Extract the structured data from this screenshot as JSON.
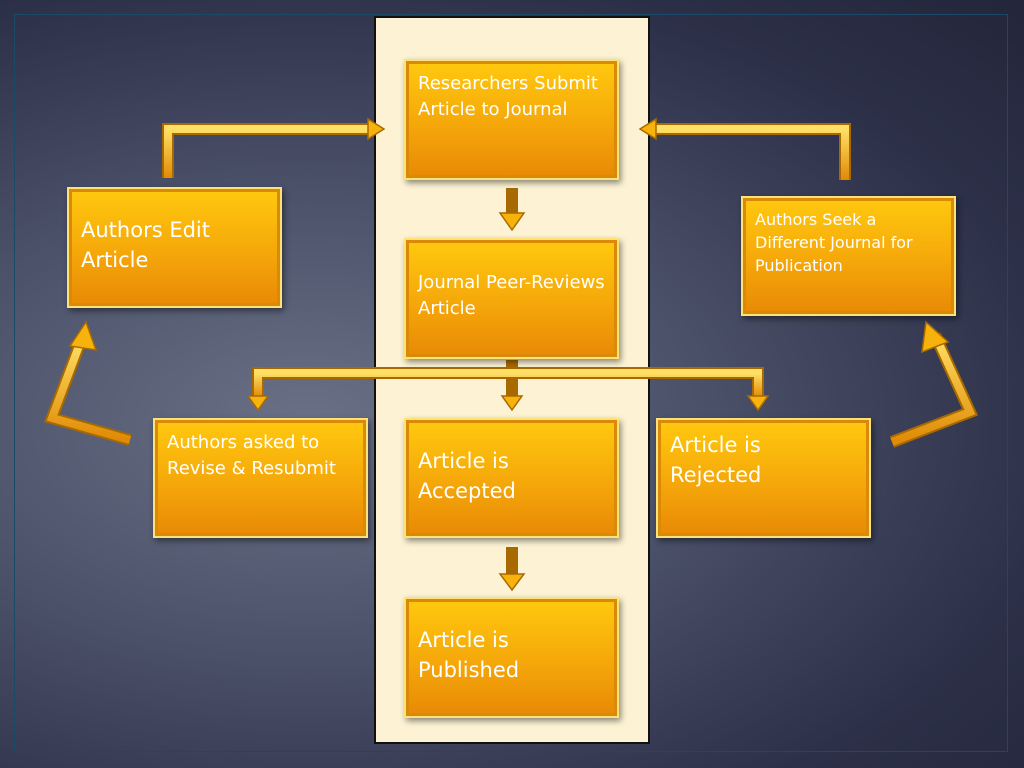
{
  "diagram": {
    "nodes": {
      "submit": "Researchers Submit Article to Journal",
      "review": "Journal Peer-Reviews Article",
      "revise": "Authors asked to Revise & Resubmit",
      "accepted": "Article is Accepted",
      "rejected": "Article is Rejected",
      "published": "Article is Published",
      "edit": "Authors Edit Article",
      "seek": "Authors Seek a Different Journal for Publication"
    },
    "edges": [
      {
        "from": "submit",
        "to": "review"
      },
      {
        "from": "review",
        "to": "revise"
      },
      {
        "from": "review",
        "to": "accepted"
      },
      {
        "from": "review",
        "to": "rejected"
      },
      {
        "from": "accepted",
        "to": "published"
      },
      {
        "from": "revise",
        "to": "edit"
      },
      {
        "from": "edit",
        "to": "submit"
      },
      {
        "from": "rejected",
        "to": "seek"
      },
      {
        "from": "seek",
        "to": "submit"
      }
    ],
    "colors": {
      "box_top": "#ffc90e",
      "box_bottom": "#e88906",
      "arrow": "#f5b20a",
      "panel": "#fdf3d4",
      "background": "#4a5068"
    }
  }
}
